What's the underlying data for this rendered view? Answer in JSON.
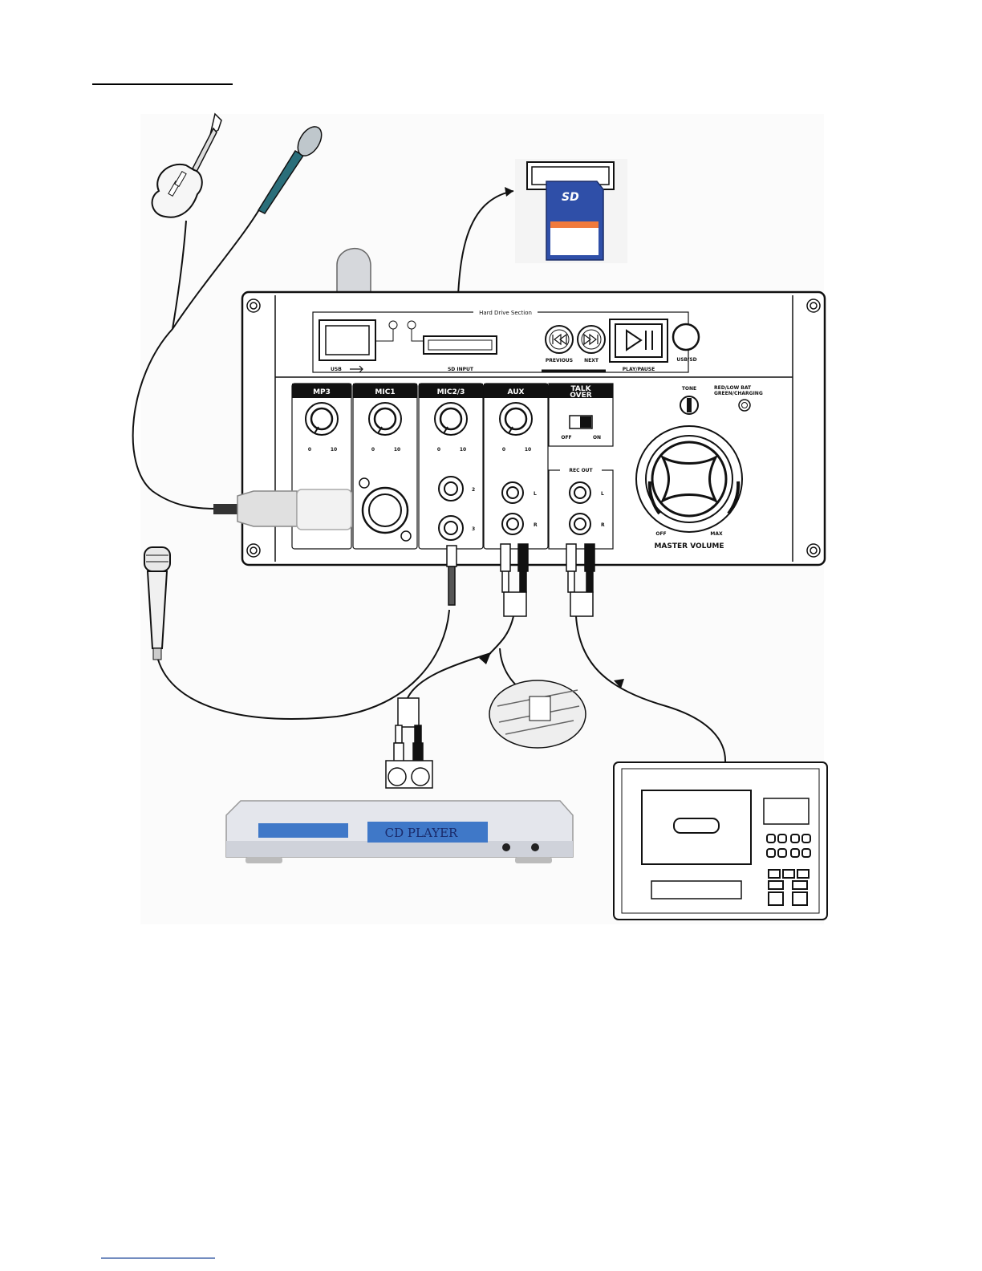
{
  "panel": {
    "hard_drive_section": "Hard Drive Section",
    "usb_label": "USB",
    "sd_input_label": "SD INPUT",
    "previous_label": "PREVIOUS",
    "next_label": "NEXT",
    "play_pause_label": "PLAY/PAUSE",
    "usb_sd_label": "USB/SD",
    "channels": [
      {
        "name": "MP3",
        "min": "0",
        "max": "10"
      },
      {
        "name": "MIC1",
        "min": "0",
        "max": "10"
      },
      {
        "name": "MIC2/3",
        "min": "0",
        "max": "10",
        "jack2": "2",
        "jack3": "3"
      },
      {
        "name": "AUX",
        "min": "0",
        "max": "10",
        "left": "L",
        "right": "R"
      }
    ],
    "talk_over": {
      "line1": "TALK",
      "line2": "OVER",
      "off": "OFF",
      "on": "ON"
    },
    "rec_out": {
      "label": "REC OUT",
      "left": "L",
      "right": "R"
    },
    "tone_label": "TONE",
    "led_line1": "RED/LOW BAT",
    "led_line2": "GREEN/CHARGING",
    "master": {
      "label": "MASTER VOLUME",
      "off": "OFF",
      "max": "MAX"
    }
  },
  "cd_player_label": "CD PLAYER",
  "colors": {
    "sd_card": "#2f4fa8",
    "sd_stripe": "#f07a3c",
    "cd_display": "#3f78c8",
    "mic_body": "#2a6e7a"
  }
}
